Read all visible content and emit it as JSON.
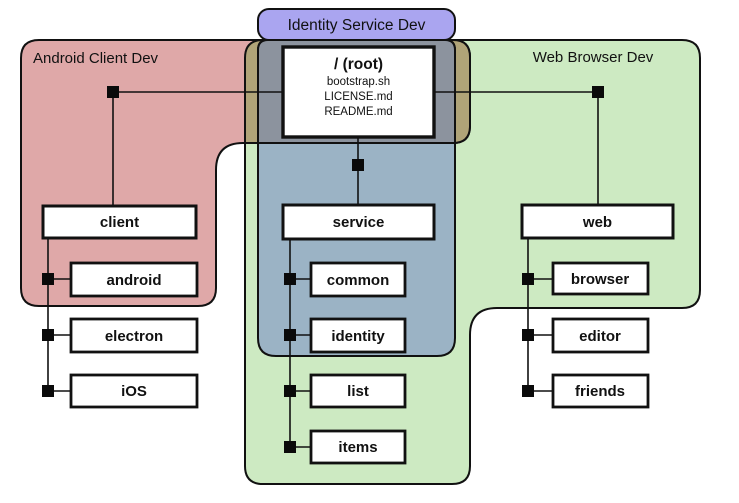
{
  "regions": {
    "android_client": {
      "label": "Android Client Dev"
    },
    "identity_service": {
      "label": "Identity Service Dev"
    },
    "web_browser": {
      "label": "Web Browser Dev"
    }
  },
  "root": {
    "title": "/ (root)",
    "files": [
      "bootstrap.sh",
      "LICENSE.md",
      "README.md"
    ]
  },
  "branches": [
    {
      "name": "client",
      "children": [
        "android",
        "electron",
        "iOS"
      ]
    },
    {
      "name": "service",
      "children": [
        "common",
        "identity",
        "list",
        "items"
      ]
    },
    {
      "name": "web",
      "children": [
        "browser",
        "editor",
        "friends"
      ]
    }
  ],
  "colors": {
    "android_region": "#dfa8a8",
    "web_region": "#cdeac2",
    "identity_region": "#9bb3c5",
    "identity_label_fill": "#aaa5f0",
    "overlap_band": "#b0a478",
    "root_overlap": "#8c939e",
    "outline": "#111111"
  }
}
